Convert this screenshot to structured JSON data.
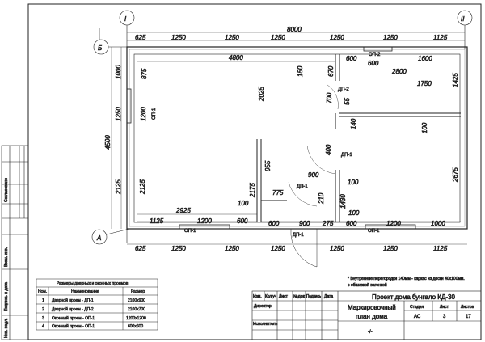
{
  "axes": {
    "col1": "I",
    "col2": "II",
    "rowB": "Б",
    "rowA": "А"
  },
  "dimensions": {
    "overall_width": "8000",
    "overall_height": "4500",
    "top_chain": [
      "625",
      "1250",
      "1250",
      "1250",
      "1250",
      "1250",
      "1125"
    ],
    "bottom_chain": [
      "625",
      "1250",
      "1250",
      "1250",
      "1250",
      "1250",
      "1125"
    ],
    "left_chain": [
      "1000",
      "1250",
      "2125"
    ],
    "interior": [
      "4800",
      "150",
      "670",
      "600",
      "600",
      "1600",
      "2800",
      "1750",
      "1425",
      "875",
      "1200",
      "2025",
      "700",
      "55",
      "140",
      "100",
      "400",
      "2675",
      "955",
      "900",
      "775",
      "2175",
      "100",
      "100",
      "210",
      "1430",
      "100",
      "2125",
      "2925",
      "1125",
      "1200",
      "600",
      "600",
      "900",
      "275",
      "600",
      "1200",
      "1000"
    ]
  },
  "labels": {
    "op1": "ОП-1",
    "op2": "ОП-2",
    "dp1": "ДП-1",
    "dp2": "ДП-2"
  },
  "side_stamp": [
    "Согласовано",
    "Взам. инв.",
    "Подпись и дата",
    "Инв. подл."
  ],
  "openings_table": {
    "title": "Размеры дверных и оконных проемов",
    "headers": [
      "Ном.",
      "Наименование",
      "Размер"
    ],
    "rows": [
      [
        "1",
        "Дверной проем - ДП-1",
        "2100х900"
      ],
      [
        "2",
        "Дверной проем - ДП-2",
        "2100х700"
      ],
      [
        "3",
        "Оконный проем - ОП-1",
        "1200х1200"
      ],
      [
        "4",
        "Оконный проем - ОП-1",
        "600х600"
      ]
    ]
  },
  "note": [
    "* Внутренние перегородки 140мм - каркас из доски 40х100мм.",
    "с обшивкой вагонкой"
  ],
  "title_block": {
    "headers": [
      "Изм.",
      "Кол.уч",
      "Лист",
      "№док",
      "Подпись",
      "Дата"
    ],
    "director": "Директор",
    "executor": "Исполнитель",
    "project": "Проект дома бунгало КД-30",
    "sheet_title": [
      "Маркировочный",
      "план дома"
    ],
    "stage_label": "Стадия",
    "sheet_label": "Лист",
    "sheets_label": "Листов",
    "stage": "АС",
    "sheet": "3",
    "sheets": "17",
    "scale": "-/-"
  }
}
